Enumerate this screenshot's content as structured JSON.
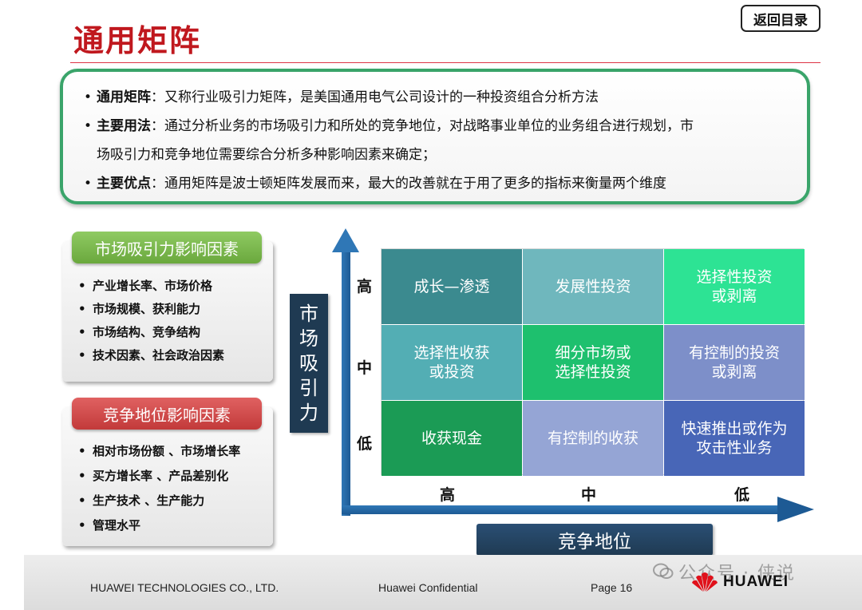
{
  "header": {
    "title": "通用矩阵",
    "back_button": "返回目录"
  },
  "intro": {
    "items": [
      {
        "label": "通用矩阵",
        "text": "：又称行业吸引力矩阵，是美国通用电气公司设计的一种投资组合分析方法"
      },
      {
        "label": "主要用法",
        "text": "：通过分析业务的市场吸引力和所处的竞争地位，对战略事业单位的业务组合进行规划，市",
        "cont": "场吸引力和竞争地位需要综合分析多种影响因素来确定；"
      },
      {
        "label": "主要优点",
        "text": "：通用矩阵是波士顿矩阵发展而来，最大的改善就在于用了更多的指标来衡量两个维度"
      }
    ]
  },
  "market_factors": {
    "title": "市场吸引力影响因素",
    "items": [
      "产业增长率、市场价格",
      "市场规模、获利能力",
      "市场结构、竞争结构",
      "技术因素、社会政治因素"
    ]
  },
  "competition_factors": {
    "title": "竞争地位影响因素",
    "items": [
      "相对市场份额 、市场增长率",
      "买方增长率 、产品差别化",
      "生产技术 、生产能力",
      "管理水平"
    ]
  },
  "matrix": {
    "y_axis_label": [
      "市",
      "场",
      "吸",
      "引",
      "力"
    ],
    "x_axis_label": "竞争地位",
    "y_ticks": [
      "高",
      "中",
      "低"
    ],
    "x_ticks": [
      "高",
      "中",
      "低"
    ],
    "cells": [
      [
        {
          "l1": "成长—渗透",
          "l2": "",
          "color": "#3b8a8f"
        },
        {
          "l1": "发展性投资",
          "l2": "",
          "color": "#6fb7bd"
        },
        {
          "l1": "选择性投资",
          "l2": "或剥离",
          "color": "#2de394"
        }
      ],
      [
        {
          "l1": "选择性收获",
          "l2": "或投资",
          "color": "#53aeb4"
        },
        {
          "l1": "细分市场或",
          "l2": "选择性投资",
          "color": "#1ec06e"
        },
        {
          "l1": "有控制的投资",
          "l2": "或剥离",
          "color": "#7d8fc9"
        }
      ],
      [
        {
          "l1": "收获现金",
          "l2": "",
          "color": "#1b9b55"
        },
        {
          "l1": "有控制的收获",
          "l2": "",
          "color": "#95a5d5"
        },
        {
          "l1": "快速推出或作为",
          "l2": "攻击性业务",
          "color": "#4866b7"
        }
      ]
    ]
  },
  "footer": {
    "company": "HUAWEI TECHNOLOGIES CO., LTD.",
    "confidential": "Huawei Confidential",
    "page": "Page 16",
    "watermark": "公众号 · 侠说",
    "logo": "HUAWEI"
  }
}
